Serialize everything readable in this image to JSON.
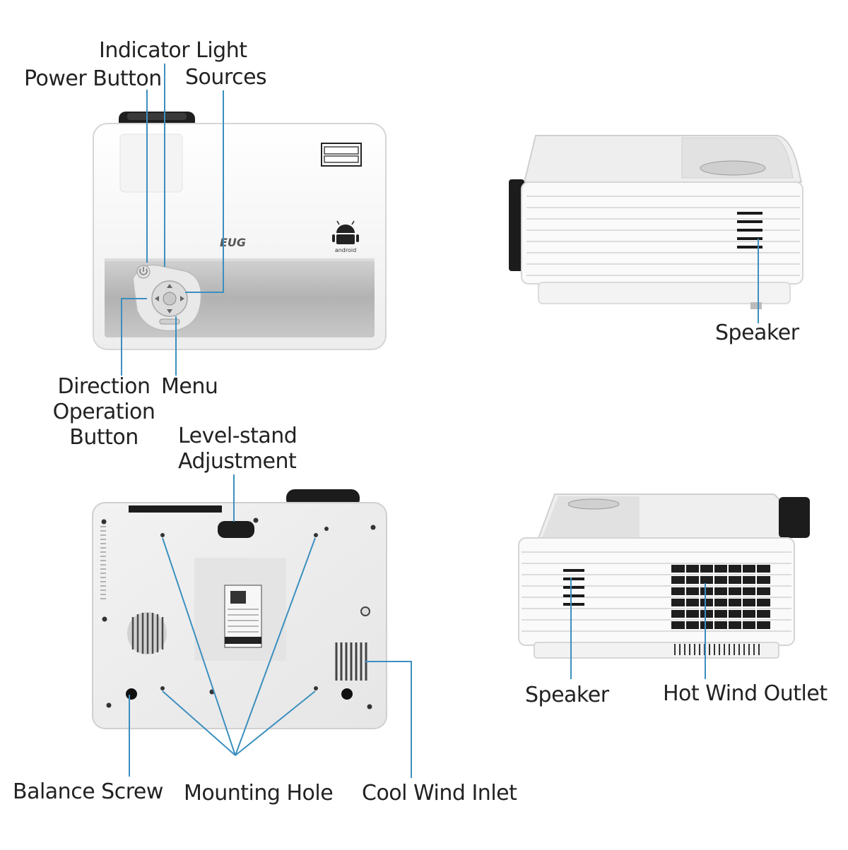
{
  "colors": {
    "leader": "#3c8fbf",
    "body": "#f7f7f7",
    "outline": "#d8d8d8",
    "silver_panel": "#b9b9b9",
    "dark": "#1c1c1c",
    "label_text": "#222222"
  },
  "labels": {
    "indicator_light": "Indicator Light",
    "power_button": "Power Button",
    "sources": "Sources",
    "direction_line1": "Direction",
    "direction_line2": "Operation",
    "direction_line3": "Button",
    "menu": "Menu",
    "speaker_side": "Speaker",
    "level_stand_line1": "Level-stand",
    "level_stand_line2": "Adjustment",
    "balance_screw": "Balance Screw",
    "mounting_hole": "Mounting Hole",
    "cool_wind_inlet": "Cool Wind Inlet",
    "speaker_rear": "Speaker",
    "hot_wind_outlet": "Hot Wind Outlet"
  },
  "product": {
    "brand_logo": "EUG",
    "android_text": "android"
  },
  "icons": {
    "top_view": "projector-top-view-icon",
    "side_view": "projector-side-view-icon",
    "bottom_view": "projector-bottom-view-icon",
    "rear_view": "projector-rear-view-icon",
    "android": "android-robot-icon",
    "power": "power-icon"
  }
}
